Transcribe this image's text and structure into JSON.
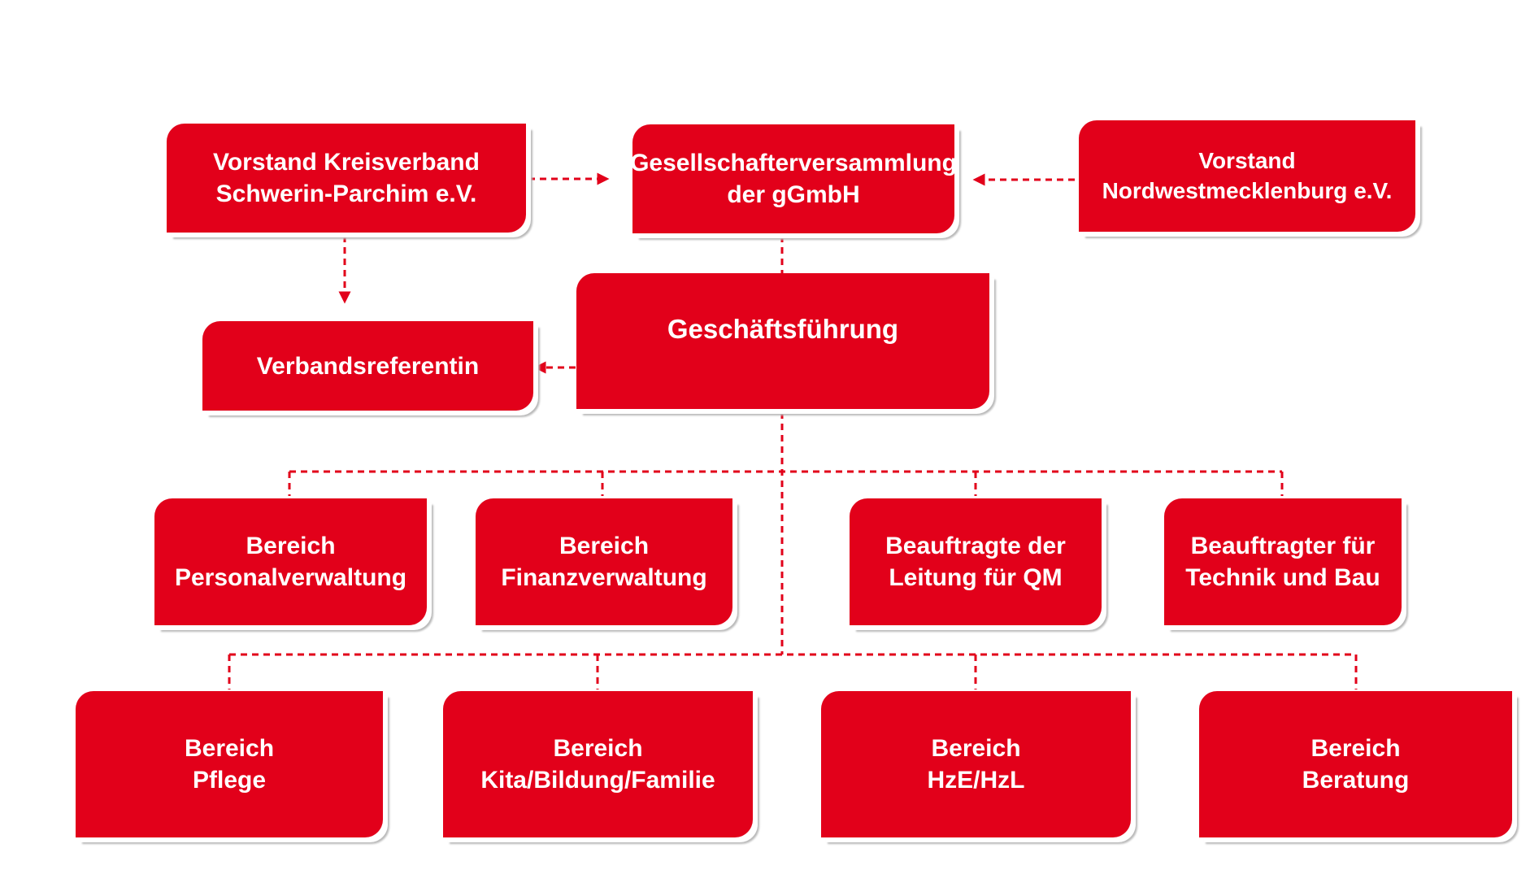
{
  "nodes": {
    "vorstand_kreisverband": [
      "Vorstand Kreisverband",
      "Schwerin-Parchim e.V."
    ],
    "gesellschafterversammlung": [
      "Gesellschafterversammlung",
      "der gGmbH"
    ],
    "vorstand_nwm": [
      "Vorstand",
      "Nordwestmecklenburg e.V."
    ],
    "verbandsreferentin": [
      "Verbandsreferentin"
    ],
    "geschaeftsfuehrung": [
      "Geschäftsführung"
    ],
    "personalverwaltung": [
      "Bereich",
      "Personalverwaltung"
    ],
    "finanzverwaltung": [
      "Bereich",
      "Finanzverwaltung"
    ],
    "qm": [
      "Beauftragte der",
      "Leitung für QM"
    ],
    "technik_bau": [
      "Beauftragter für",
      "Technik und Bau"
    ],
    "pflege": [
      "Bereich",
      "Pflege"
    ],
    "kita": [
      "Bereich",
      "Kita/Bildung/Familie"
    ],
    "hze": [
      "Bereich",
      "HzE/HzL"
    ],
    "beratung": [
      "Bereich",
      "Beratung"
    ]
  },
  "colors": {
    "box": "#e2001a",
    "line": "#e2001a",
    "text": "#ffffff"
  }
}
